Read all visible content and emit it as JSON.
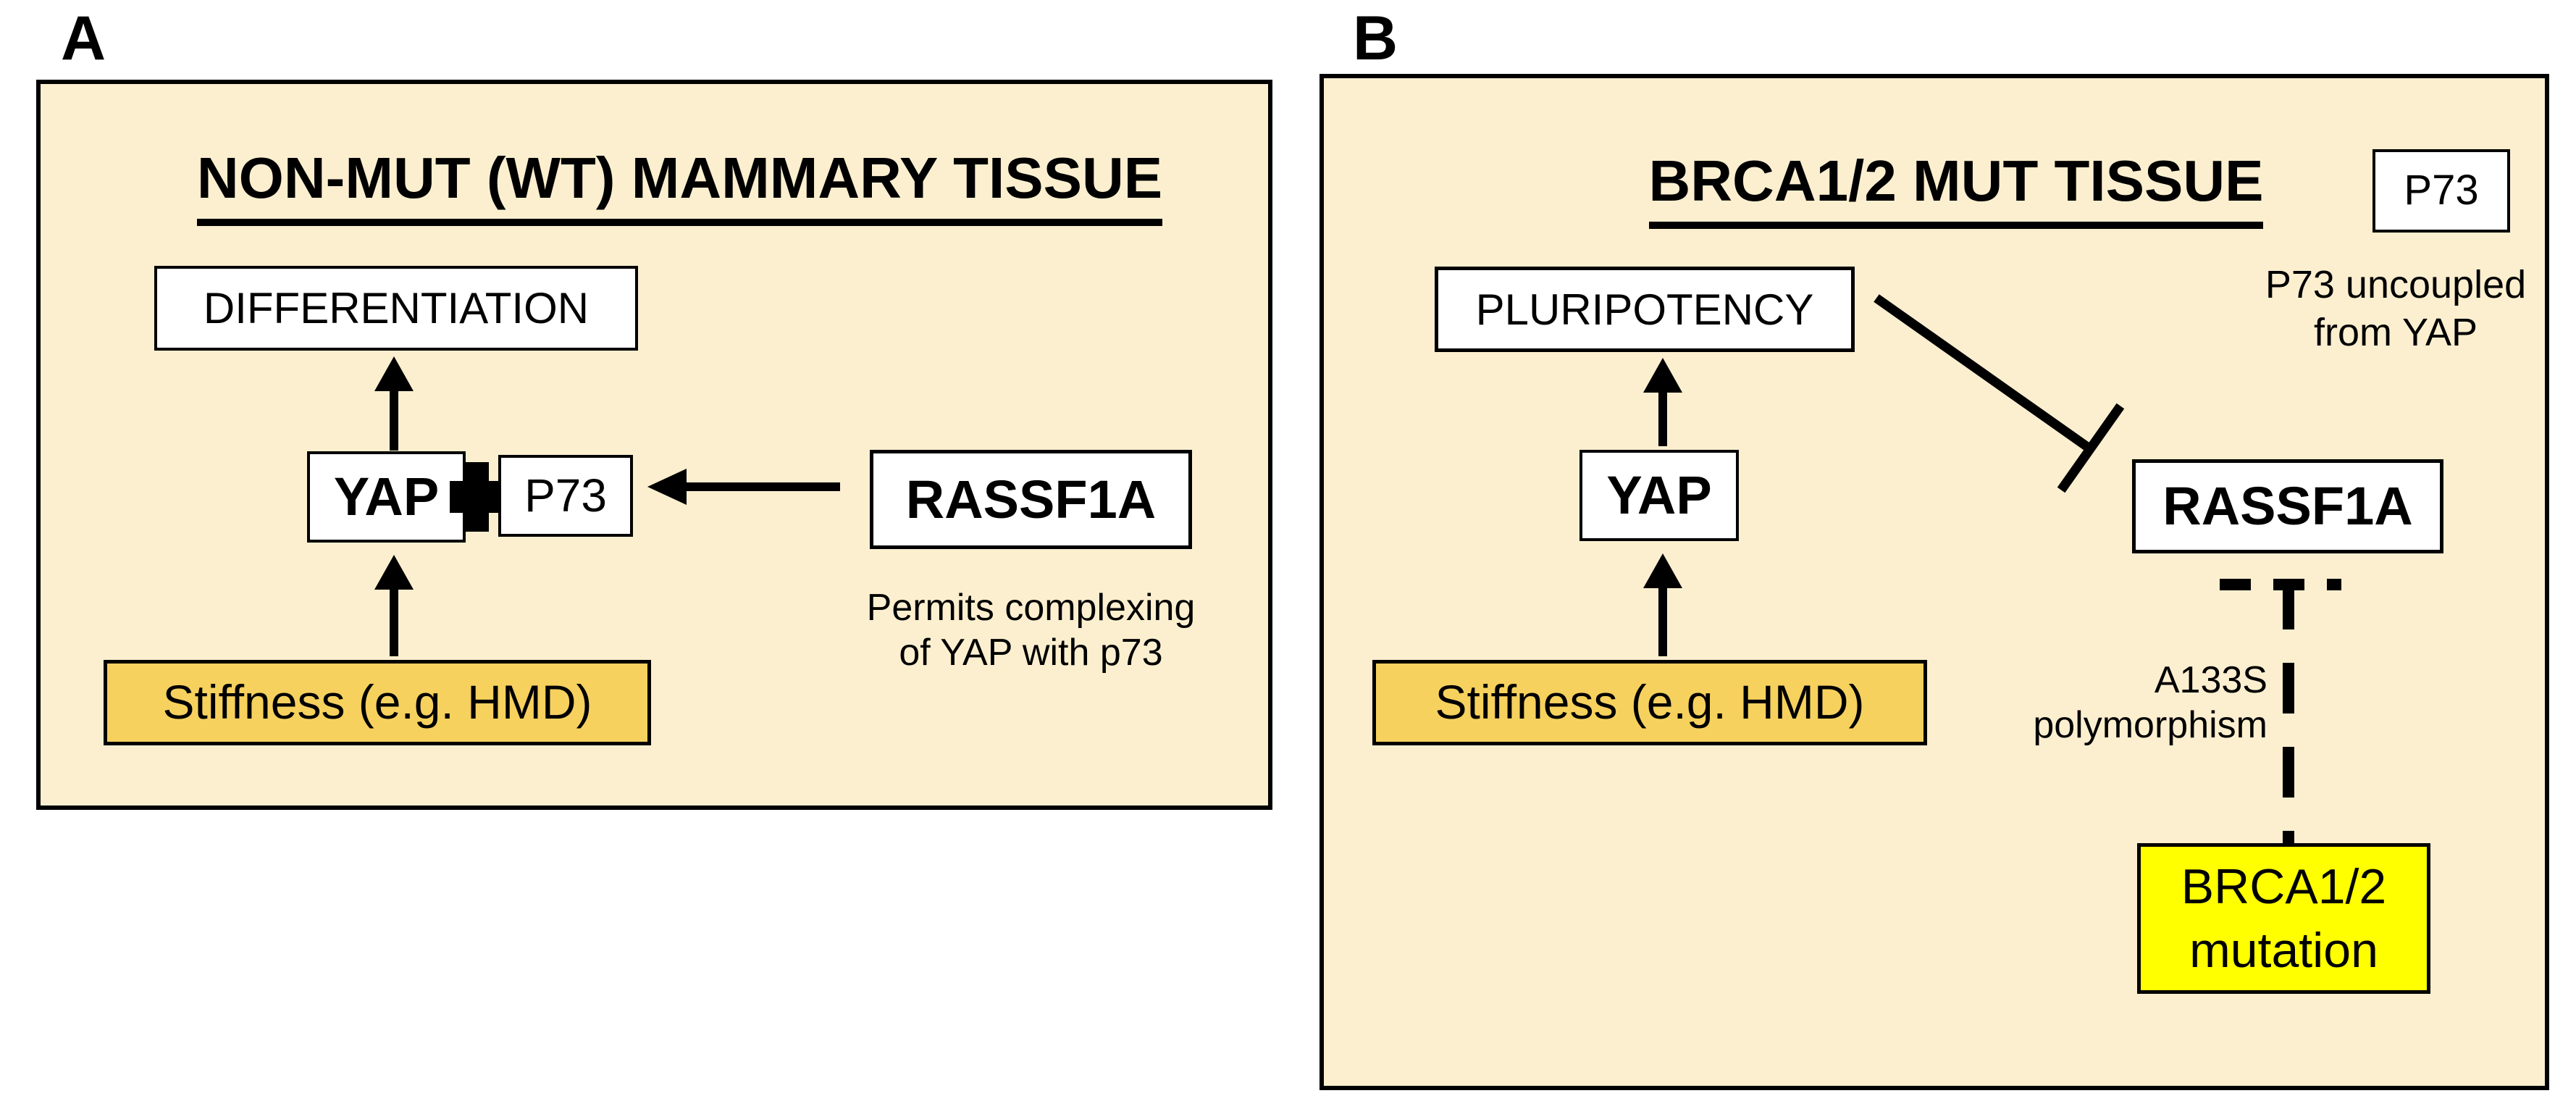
{
  "colors": {
    "page_bg": "#FFFFFF",
    "panel_bg": "#FBEFCF",
    "box_fill": "#FFFFFF",
    "stiffness_fill": "#F6D15E",
    "mutation_fill": "#FFFF00",
    "ink": "#000000"
  },
  "panel_a": {
    "label": "A",
    "title": "NON-MUT (WT) MAMMARY TISSUE",
    "differentiation": "DIFFERENTIATION",
    "yap": "YAP",
    "p73": "P73",
    "rassf1a": "RASSF1A",
    "stiffness": "Stiffness (e.g. HMD)",
    "rassf1a_caption_line1": "Permits complexing",
    "rassf1a_caption_line2": "of YAP with p73"
  },
  "panel_b": {
    "label": "B",
    "title": "BRCA1/2 MUT TISSUE",
    "pluripotency": "PLURIPOTENCY",
    "yap": "YAP",
    "rassf1a": "RASSF1A",
    "stiffness": "Stiffness (e.g. HMD)",
    "p73": "P73",
    "p73_note_line1": "P73 uncoupled",
    "p73_note_line2": "from YAP",
    "a133s_line1": "A133S",
    "a133s_line2": "polymorphism",
    "brca_line1": "BRCA1/2",
    "brca_line2": "mutation"
  }
}
